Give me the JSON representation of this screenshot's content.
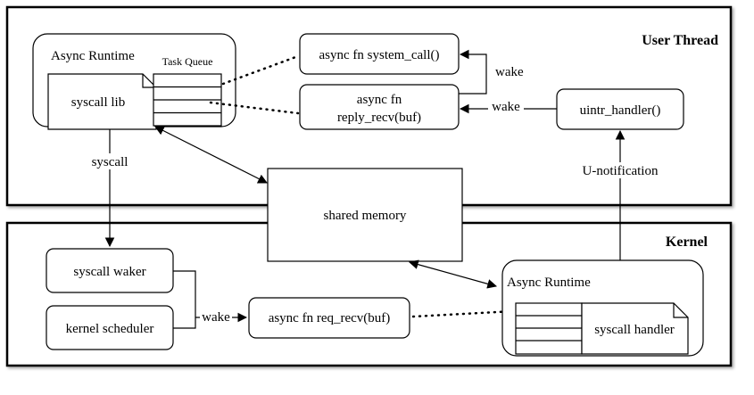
{
  "regions": {
    "user_thread": "User Thread",
    "kernel": "Kernel"
  },
  "nodes": {
    "async_runtime_user": "Async Runtime",
    "task_queue_user": "Task Queue",
    "syscall_lib": "syscall lib",
    "system_call": "async fn system_call()",
    "reply_recv_line1": "async fn",
    "reply_recv_line2": "reply_recv(buf)",
    "uintr_handler": "uintr_handler()",
    "shared_memory": "shared memory",
    "syscall_waker": "syscall waker",
    "kernel_scheduler": "kernel scheduler",
    "req_recv": "async fn req_recv(buf)",
    "async_runtime_kernel": "Async Runtime",
    "syscall_handler": "syscall handler"
  },
  "edges": {
    "syscall": "syscall",
    "wake_system_call": "wake",
    "wake_reply_recv": "wake",
    "u_notification": "U-notification",
    "wake_req_recv": "wake"
  }
}
